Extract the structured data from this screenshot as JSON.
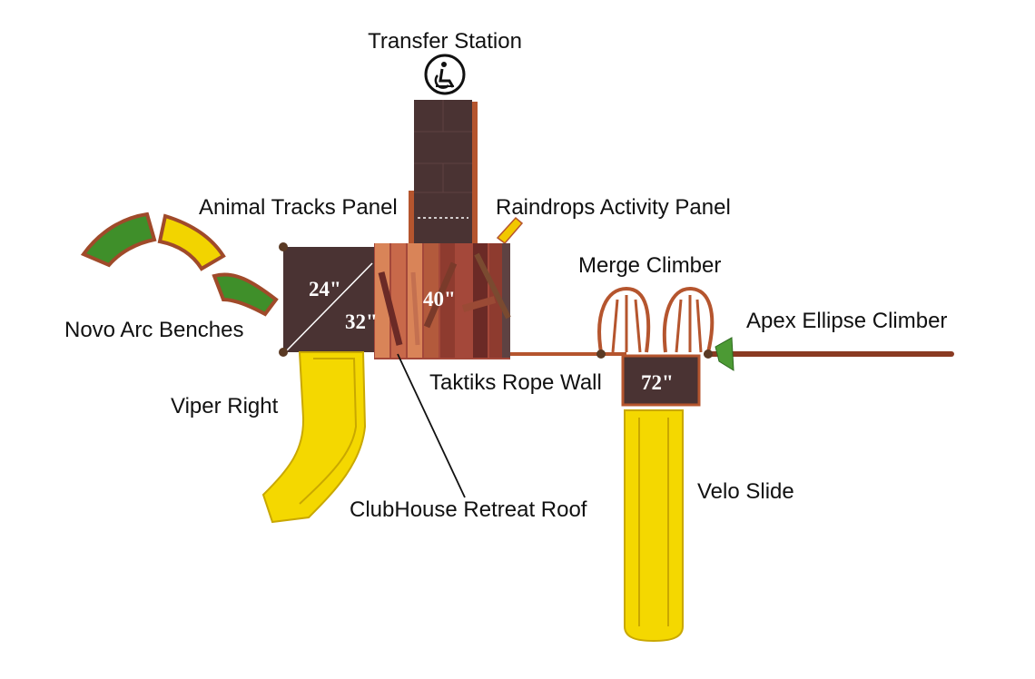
{
  "labels": {
    "transfer_station": "Transfer Station",
    "animal_tracks_panel": "Animal Tracks Panel",
    "raindrops_activity_panel": "Raindrops Activity Panel",
    "merge_climber": "Merge Climber",
    "apex_ellipse_climber": "Apex Ellipse Climber",
    "novo_arc_benches": "Novo Arc Benches",
    "taktiks_rope_wall": "Taktiks Rope Wall",
    "viper_right": "Viper Right",
    "clubhouse_retreat_roof": "ClubHouse Retreat Roof",
    "velo_slide": "Velo Slide"
  },
  "dimensions": {
    "deck_24": "24\"",
    "deck_32": "32\"",
    "deck_40": "40\"",
    "deck_72": "72\""
  },
  "icons": {
    "accessibility": "wheelchair-icon"
  },
  "colors": {
    "deck": "#4a3333",
    "post": "#b5552e",
    "slide": "#f4d800",
    "bench_green": "#3f8f2a",
    "bench_yellow": "#f2d400",
    "bench_rim": "#a04a2a",
    "roof_wood_light": "#d98458",
    "roof_wood_dark": "#8e3b2f"
  }
}
